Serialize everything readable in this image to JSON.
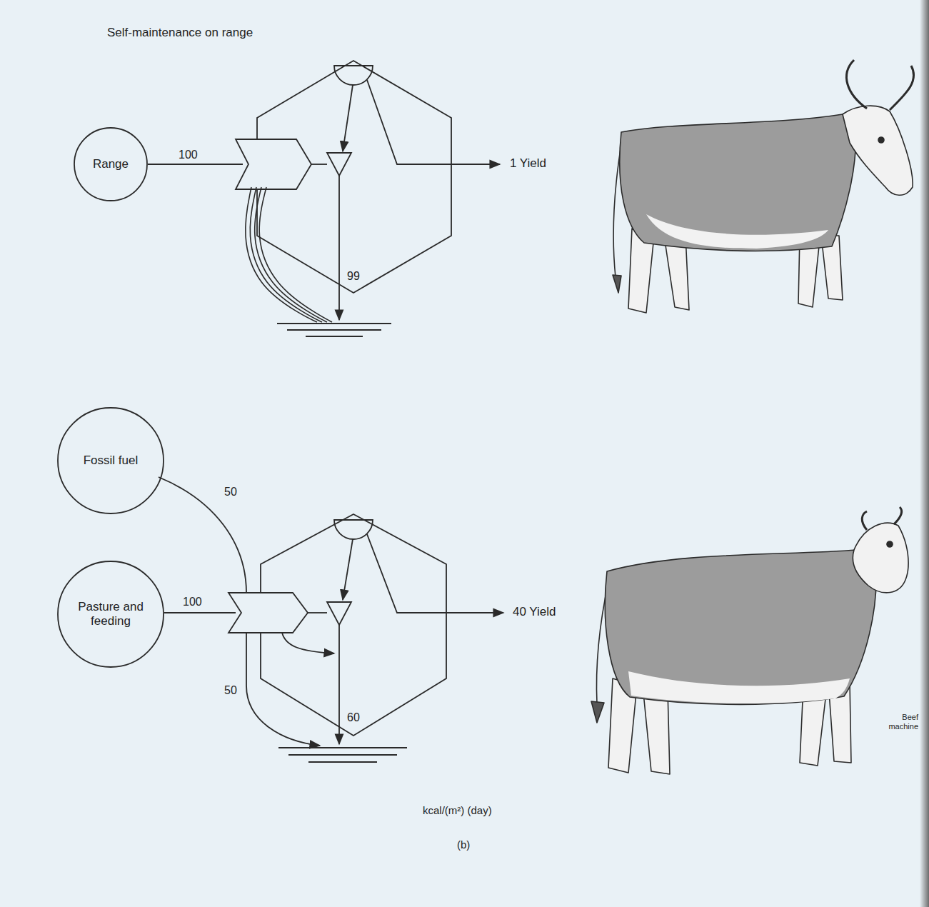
{
  "diagram": {
    "caption": "(b)",
    "nodes": [
      {
        "text": [
          "Range"
        ]
      },
      {
        "text": [
          "Fossil fuel"
        ]
      },
      {
        "text": [
          "Pasture and feeding"
        ]
      }
    ],
    "labels": [
      "Self-maintenance on range",
      "100",
      "1 Yield",
      "99",
      "50",
      "100",
      "40 Yield",
      "50",
      "60",
      "kcal/(m²) (day)",
      "Beef machine"
    ]
  }
}
